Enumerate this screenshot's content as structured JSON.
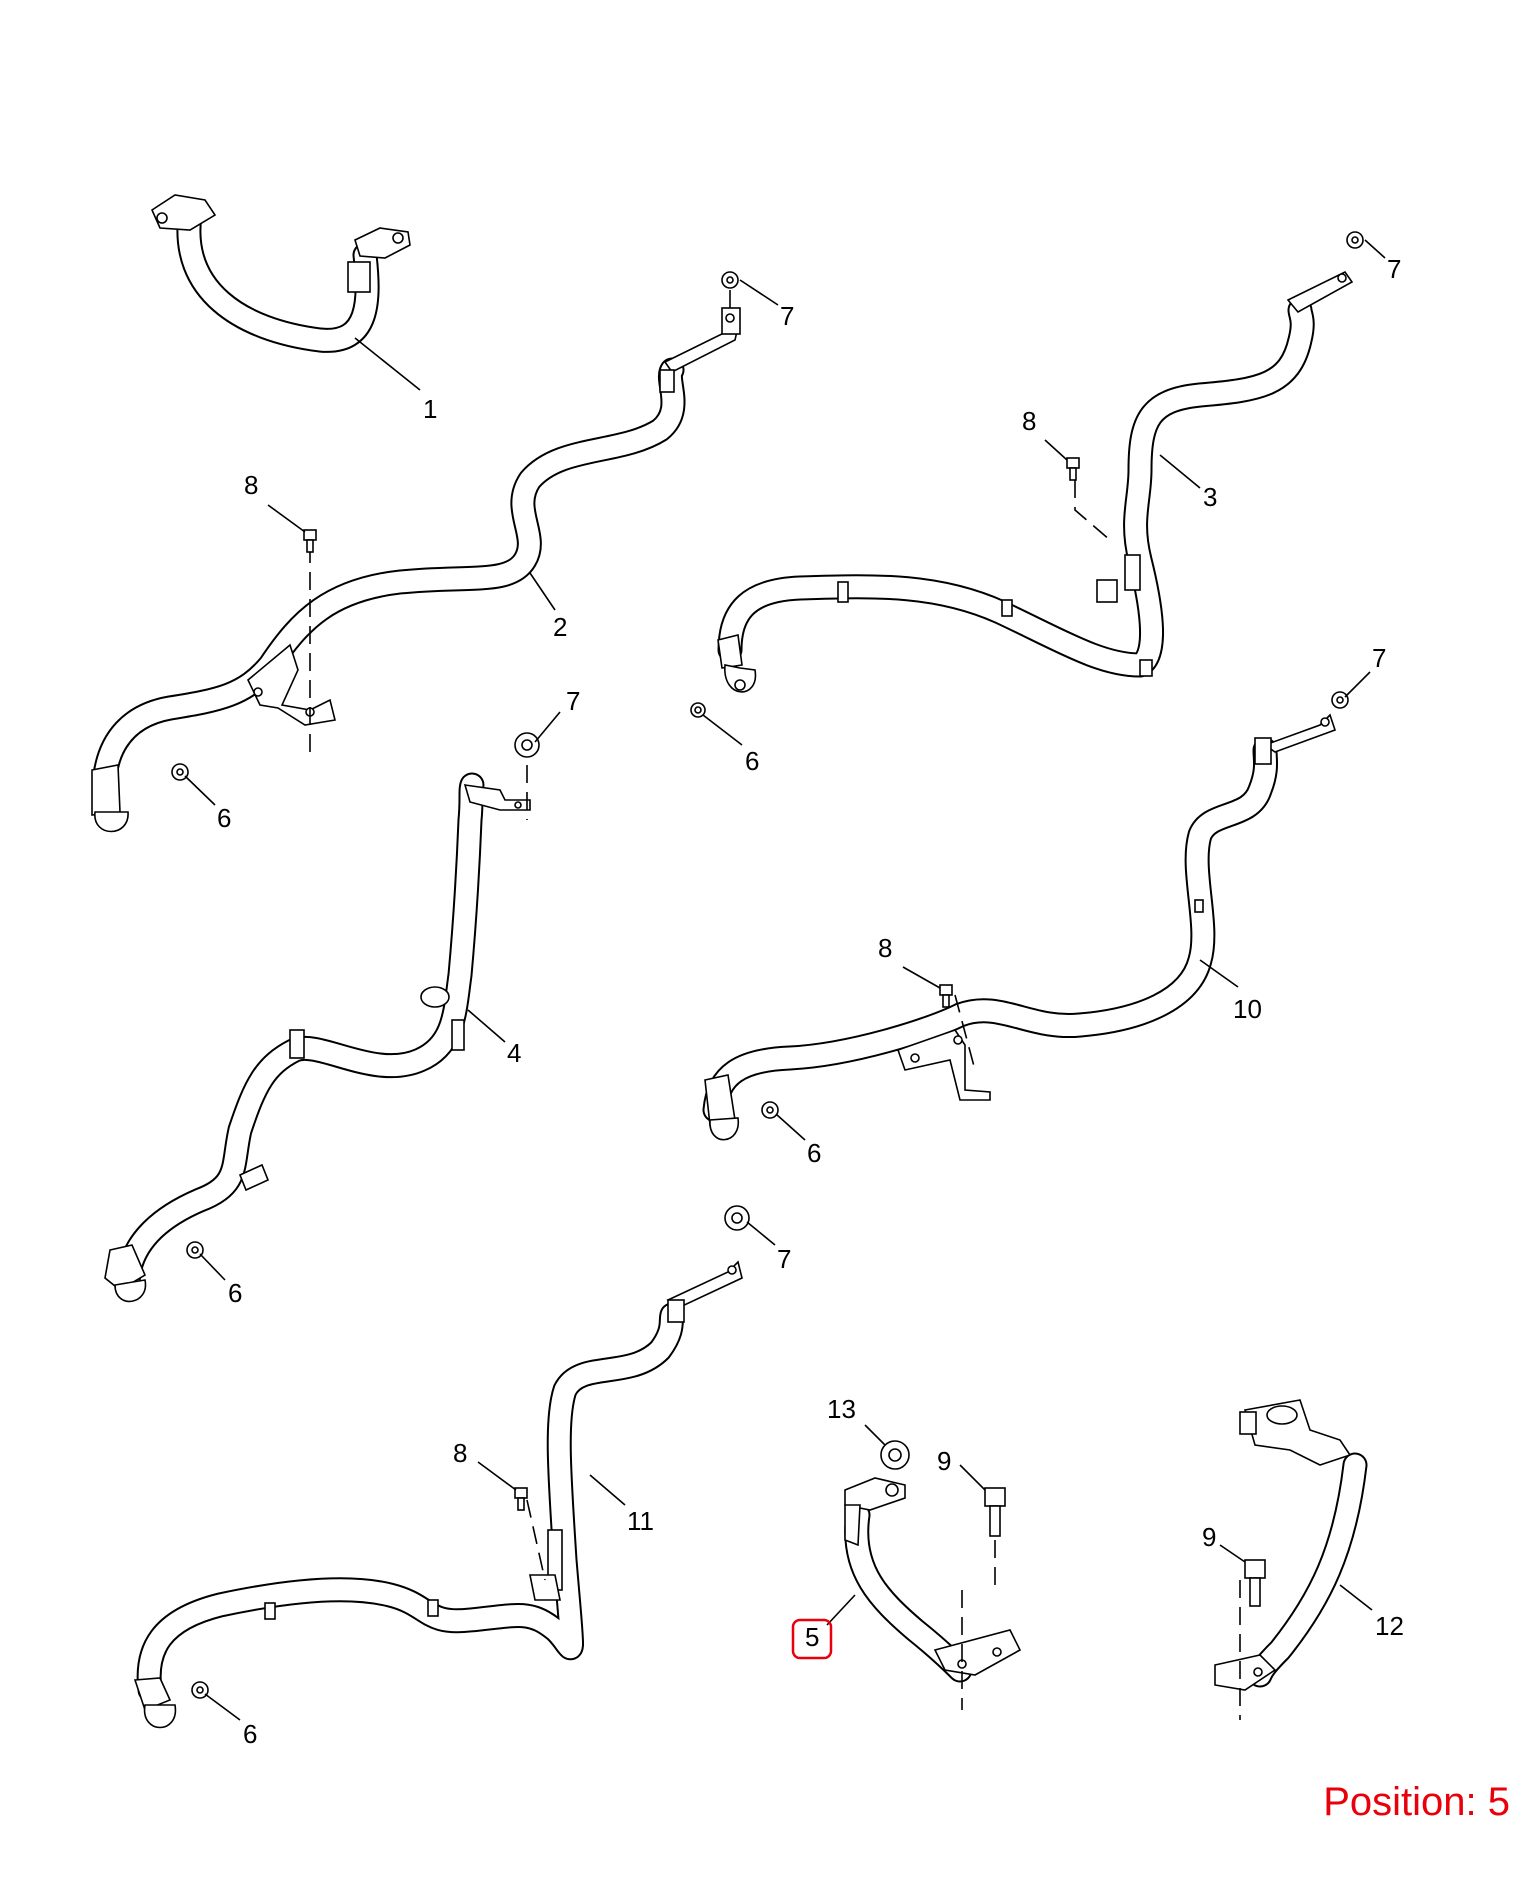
{
  "callouts": [
    {
      "id": "c1",
      "label": "1"
    },
    {
      "id": "c2",
      "label": "2"
    },
    {
      "id": "c3",
      "label": "3"
    },
    {
      "id": "c4",
      "label": "4"
    },
    {
      "id": "c5",
      "label": "5",
      "highlighted": true
    },
    {
      "id": "c6a",
      "label": "6"
    },
    {
      "id": "c6b",
      "label": "6"
    },
    {
      "id": "c6c",
      "label": "6"
    },
    {
      "id": "c6d",
      "label": "6"
    },
    {
      "id": "c6e",
      "label": "6"
    },
    {
      "id": "c7a",
      "label": "7"
    },
    {
      "id": "c7b",
      "label": "7"
    },
    {
      "id": "c7c",
      "label": "7"
    },
    {
      "id": "c7d",
      "label": "7"
    },
    {
      "id": "c7e",
      "label": "7"
    },
    {
      "id": "c8a",
      "label": "8"
    },
    {
      "id": "c8b",
      "label": "8"
    },
    {
      "id": "c8c",
      "label": "8"
    },
    {
      "id": "c8d",
      "label": "8"
    },
    {
      "id": "c9a",
      "label": "9"
    },
    {
      "id": "c9b",
      "label": "9"
    },
    {
      "id": "c10",
      "label": "10"
    },
    {
      "id": "c11",
      "label": "11"
    },
    {
      "id": "c12",
      "label": "12"
    },
    {
      "id": "c13",
      "label": "13"
    }
  ],
  "position_label": "Position: 5",
  "colors": {
    "line": "#000000",
    "background": "#ffffff",
    "highlight": "#e8000b"
  }
}
